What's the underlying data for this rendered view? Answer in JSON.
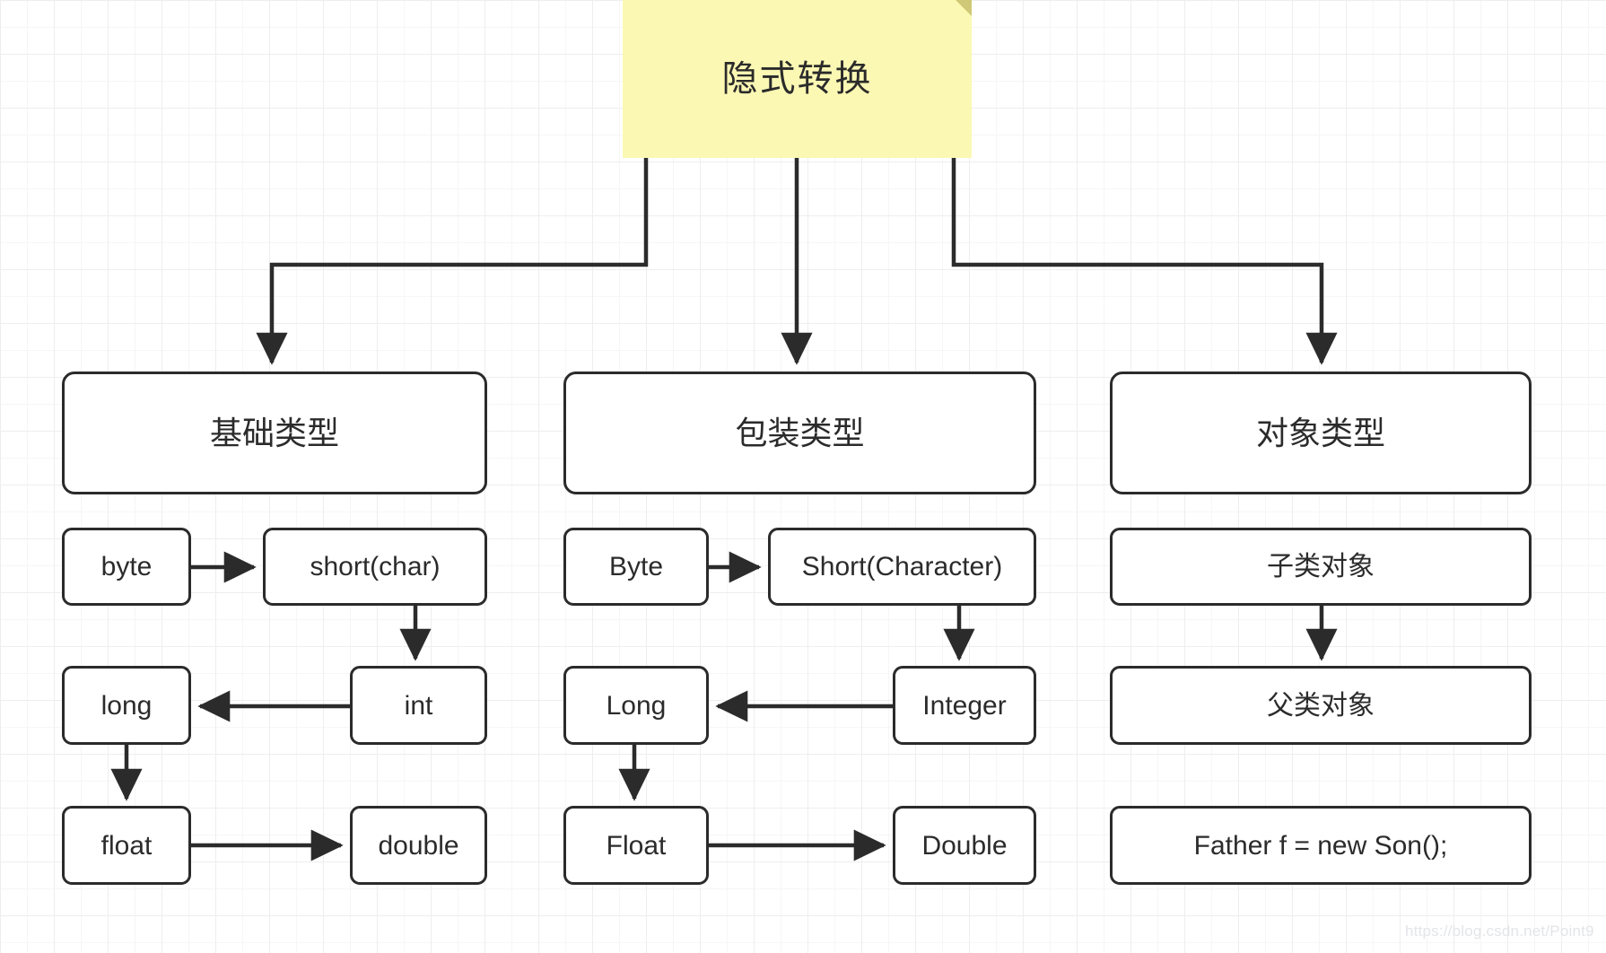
{
  "diagram": {
    "title_note": {
      "label": "隐式转换",
      "bg_color": "#fbf8b4",
      "fold_color": "#cfc977"
    },
    "columns": [
      {
        "header": "基础类型",
        "nodes": [
          {
            "label": "byte"
          },
          {
            "label": "short(char)"
          },
          {
            "label": "long"
          },
          {
            "label": "int"
          },
          {
            "label": "float"
          },
          {
            "label": "double"
          }
        ]
      },
      {
        "header": "包装类型",
        "nodes": [
          {
            "label": "Byte"
          },
          {
            "label": "Short(Character)"
          },
          {
            "label": "Long"
          },
          {
            "label": "Integer"
          },
          {
            "label": "Float"
          },
          {
            "label": "Double"
          }
        ]
      },
      {
        "header": "对象类型",
        "nodes": [
          {
            "label": "子类对象"
          },
          {
            "label": "父类对象"
          },
          {
            "label": "Father f = new Son();"
          }
        ]
      }
    ],
    "colors": {
      "stroke": "#2b2b2b",
      "node_fill": "#ffffff",
      "grid_minor": "#f6f6f6",
      "grid_major": "#eeeeee",
      "watermark": "#e3e5e8"
    },
    "watermark": "https://blog.csdn.net/Point9"
  }
}
